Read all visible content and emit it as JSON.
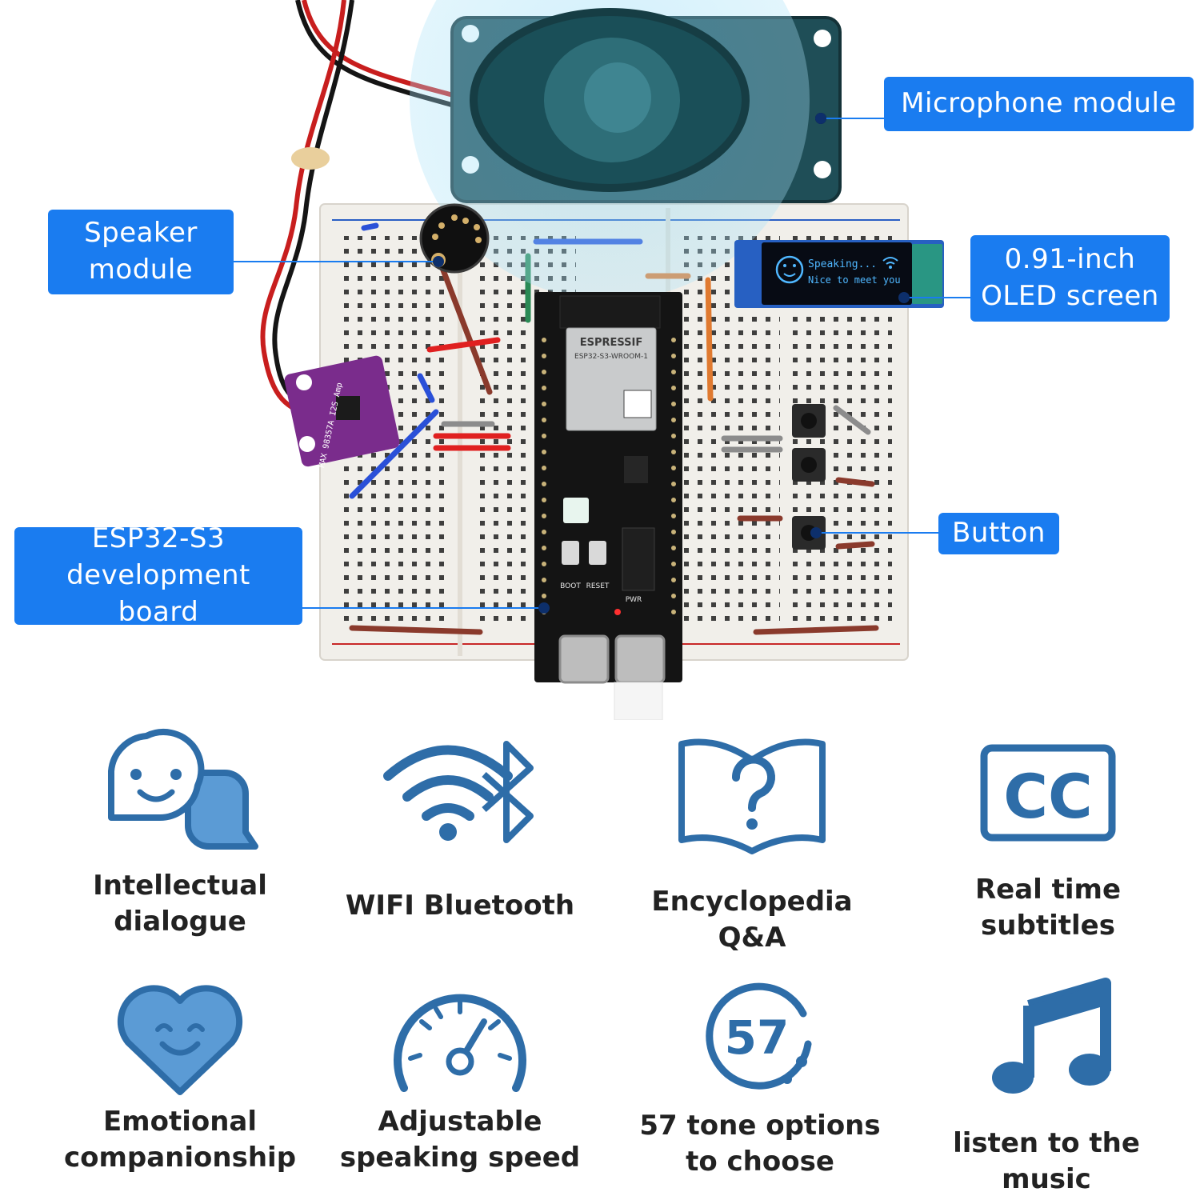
{
  "colors": {
    "accent": "#1a7cf0",
    "icon_blue": "#2e6da8",
    "icon_fill": "#5b9bd5",
    "board_black": "#141414",
    "speaker_teal": "#1f4e57",
    "breadboard": "#f1efea",
    "amp_purple": "#7a2c8c"
  },
  "callouts": {
    "microphone": "Microphone module",
    "speaker": "Speaker module",
    "oled": "0.91-inch OLED screen",
    "esp32": "ESP32-S3 development board",
    "button": "Button"
  },
  "oled_screen": {
    "line1": "Speaking...",
    "line2": "Nice to meet you"
  },
  "esp_module": {
    "brand": "ESPRESSIF",
    "model": "ESP32-S3-WROOM-1"
  },
  "amp_board": {
    "label": "MAX 98357A I2S Amp"
  },
  "board_silk": {
    "boot": "BOOT",
    "reset": "RESET",
    "pwr": "PWR"
  },
  "features": [
    {
      "label": "Intellectual dialogue",
      "icon": "chat-bubbles-icon"
    },
    {
      "label": "WIFI Bluetooth",
      "icon": "wifi-bluetooth-icon"
    },
    {
      "label": "Encyclopedia Q&A",
      "icon": "book-question-icon"
    },
    {
      "label": "Real time subtitles",
      "icon": "cc-icon"
    },
    {
      "label": "Emotional companionship",
      "icon": "heart-smile-icon"
    },
    {
      "label": "Adjustable speaking speed",
      "icon": "speedometer-icon"
    },
    {
      "label": "57 tone options to choose",
      "icon": "tone-57-icon",
      "badge": "57"
    },
    {
      "label": "listen to the music",
      "icon": "music-note-icon"
    }
  ]
}
